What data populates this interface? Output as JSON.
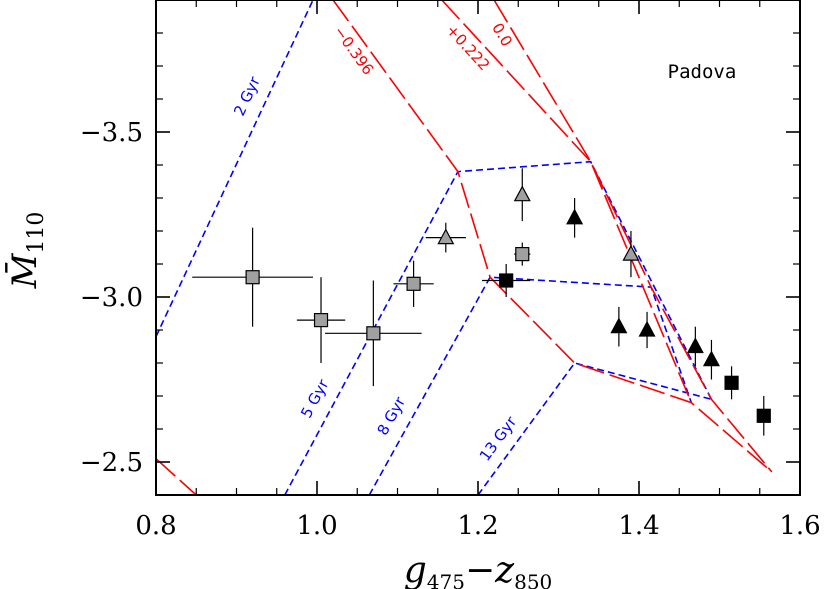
{
  "chart_data": {
    "type": "scatter",
    "title": "",
    "annotation": "Padova",
    "xlabel": {
      "main": "g",
      "sub1": "475",
      "dash": "−",
      "main2": "z",
      "sub2": "850"
    },
    "ylabel": {
      "main": "M̄",
      "sub": "110"
    },
    "xlim": [
      0.8,
      1.6
    ],
    "ylim": [
      -3.9,
      -2.4
    ],
    "y_inverted": true,
    "grid": false,
    "x_ticks_major": [
      0.8,
      1.0,
      1.2,
      1.4,
      1.6
    ],
    "x_tick_labels": [
      "0.8",
      "1.0",
      "1.2",
      "1.4",
      "1.6"
    ],
    "y_ticks_major": [
      -3.5,
      -3.0,
      -2.5
    ],
    "y_tick_labels": [
      "−3.5",
      "−3.0",
      "−2.5"
    ],
    "colors": {
      "age_lines": "#0000ff",
      "metallicity_lines": "#ff0000",
      "gray_marker": "#a0a0a0",
      "black_marker": "#000000"
    },
    "age_lines": [
      {
        "label": "2 Gyr",
        "points": [
          [
            0.8,
            -2.88
          ],
          [
            0.995,
            -3.9
          ]
        ]
      },
      {
        "label": "5 Gyr",
        "points": [
          [
            0.96,
            -2.4
          ],
          [
            1.175,
            -3.38
          ],
          [
            1.34,
            -3.41
          ],
          [
            1.49,
            -2.69
          ]
        ]
      },
      {
        "label": "8 Gyr",
        "points": [
          [
            1.065,
            -2.4
          ],
          [
            1.215,
            -3.06
          ],
          [
            1.415,
            -3.03
          ],
          [
            1.465,
            -2.68
          ]
        ]
      },
      {
        "label": "13 Gyr",
        "points": [
          [
            1.2,
            -2.4
          ],
          [
            1.32,
            -2.8
          ],
          [
            1.49,
            -2.69
          ]
        ]
      }
    ],
    "metallicity_lines": [
      {
        "label": "−0.396",
        "points": [
          [
            1.02,
            -3.9
          ],
          [
            1.175,
            -3.38
          ],
          [
            1.215,
            -3.06
          ],
          [
            1.32,
            -2.8
          ],
          [
            1.465,
            -2.68
          ],
          [
            1.565,
            -2.47
          ]
        ]
      },
      {
        "label": "+0.222",
        "points": [
          [
            1.155,
            -3.9
          ],
          [
            1.34,
            -3.41
          ],
          [
            1.465,
            -2.68
          ]
        ]
      },
      {
        "label": "0.0",
        "points": [
          [
            1.22,
            -3.9
          ],
          [
            1.34,
            -3.41
          ],
          [
            1.415,
            -3.03
          ],
          [
            1.49,
            -2.69
          ],
          [
            1.565,
            -2.47
          ]
        ]
      },
      {
        "label": "",
        "points": [
          [
            0.8,
            -2.51
          ],
          [
            0.85,
            -2.4
          ]
        ]
      }
    ],
    "series": [
      {
        "marker": "square",
        "color": "gray",
        "points": [
          {
            "x": 0.92,
            "y": -3.06,
            "xerr": 0.075,
            "yerr": 0.15
          },
          {
            "x": 1.005,
            "y": -2.93,
            "xerr": 0.03,
            "yerr": 0.13
          },
          {
            "x": 1.07,
            "y": -2.89,
            "xerr": 0.06,
            "yerr": 0.16
          },
          {
            "x": 1.12,
            "y": -3.04,
            "xerr": 0.025,
            "yerr": 0.07
          },
          {
            "x": 1.255,
            "y": -3.13,
            "xerr": 0.01,
            "yerr": 0.035
          }
        ]
      },
      {
        "marker": "triangle",
        "color": "gray",
        "points": [
          {
            "x": 1.16,
            "y": -3.18,
            "xerr": 0.025,
            "yerr": 0.045
          },
          {
            "x": 1.255,
            "y": -3.31,
            "xerr": 0.0,
            "yerr": 0.08
          },
          {
            "x": 1.39,
            "y": -3.13,
            "xerr": 0.0,
            "yerr": 0.07
          }
        ]
      },
      {
        "marker": "square",
        "color": "black",
        "points": [
          {
            "x": 1.235,
            "y": -3.05,
            "xerr": 0.03,
            "yerr": 0.05
          },
          {
            "x": 1.515,
            "y": -2.74,
            "xerr": 0.0,
            "yerr": 0.05
          },
          {
            "x": 1.555,
            "y": -2.64,
            "xerr": 0.0,
            "yerr": 0.06
          }
        ]
      },
      {
        "marker": "triangle",
        "color": "black",
        "points": [
          {
            "x": 1.32,
            "y": -3.24,
            "xerr": 0.0,
            "yerr": 0.06
          },
          {
            "x": 1.375,
            "y": -2.91,
            "xerr": 0.0,
            "yerr": 0.06
          },
          {
            "x": 1.41,
            "y": -2.9,
            "xerr": 0.0,
            "yerr": 0.055
          },
          {
            "x": 1.47,
            "y": -2.85,
            "xerr": 0.0,
            "yerr": 0.06
          },
          {
            "x": 1.49,
            "y": -2.81,
            "xerr": 0.0,
            "yerr": 0.06
          }
        ]
      }
    ]
  }
}
